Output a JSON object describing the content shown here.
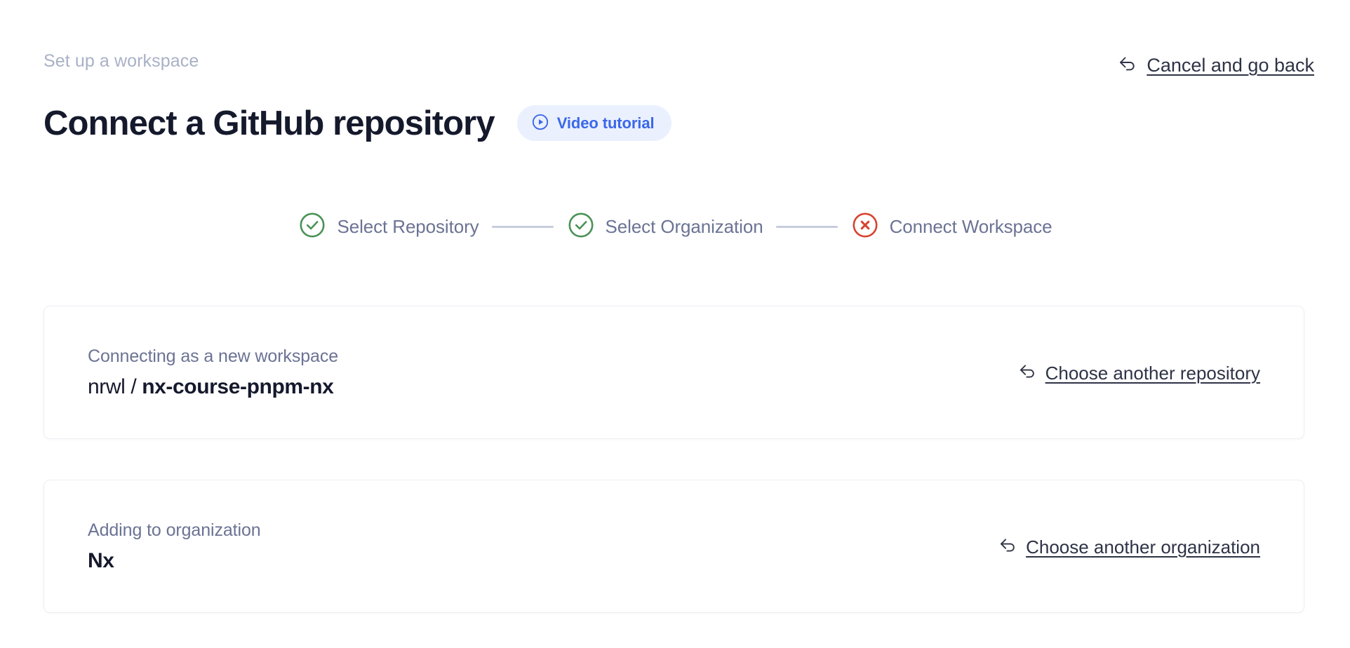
{
  "header": {
    "eyebrow": "Set up a workspace",
    "title": "Connect a GitHub repository",
    "video_badge": {
      "label": "Video tutorial",
      "icon": "play-circle-icon",
      "bg_color": "#eaf0fe",
      "text_color": "#3b67e9"
    },
    "cancel_link": {
      "label": "Cancel and go back",
      "icon": "back-arrow-icon"
    }
  },
  "stepper": {
    "steps": [
      {
        "label": "Select Repository",
        "state": "complete",
        "icon": "check-circle-icon",
        "color": "#4a9256"
      },
      {
        "label": "Select Organization",
        "state": "complete",
        "icon": "check-circle-icon",
        "color": "#4a9256"
      },
      {
        "label": "Connect Workspace",
        "state": "error",
        "icon": "x-circle-icon",
        "color": "#d8432f"
      }
    ],
    "connector_color": "#c7ccdd",
    "label_color": "#6b7394"
  },
  "cards": [
    {
      "label": "Connecting as a new workspace",
      "owner": "nrwl",
      "separator": " / ",
      "name": "nx-course-pnpm-nx",
      "link": {
        "label": "Choose another repository",
        "icon": "back-arrow-icon"
      }
    },
    {
      "label": "Adding to organization",
      "value": "Nx",
      "link": {
        "label": "Choose another organization",
        "icon": "back-arrow-icon"
      }
    }
  ],
  "colors": {
    "page_background": "#ffffff",
    "title": "#15192c",
    "eyebrow": "#a9b1c6",
    "muted_text": "#6b7394",
    "link_text": "#2e3346",
    "card_border": "#eceef4",
    "accent_blue": "#3b67e9",
    "success_green": "#4a9256",
    "error_red": "#d8432f"
  }
}
